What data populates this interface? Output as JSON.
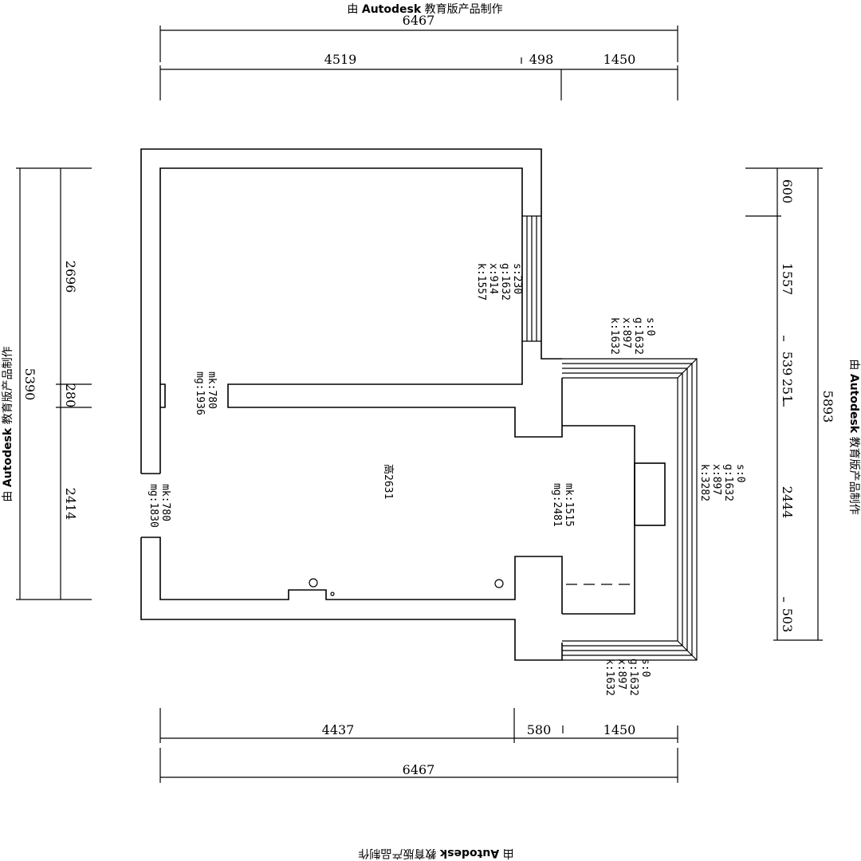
{
  "watermark": {
    "prefix": "由 ",
    "brand": "Autodesk",
    "suffix": " 教育版产品制作"
  },
  "dimensions": {
    "top_total": "6467",
    "top_segments": [
      "4519",
      "498",
      "1450"
    ],
    "bottom_segments": [
      "4437",
      "580",
      "1450"
    ],
    "bottom_total": "6467",
    "left_total": "5390",
    "left_segments": [
      "2696",
      "280",
      "2414"
    ],
    "right_total": "5893",
    "right_segments": [
      "600",
      "1557",
      "539",
      "251",
      "2444",
      "503"
    ]
  },
  "annotations": {
    "window_top": [
      "s:230",
      "g:1632",
      "x:914",
      "k:1557"
    ],
    "opening_mid": [
      "mk:780",
      "mg:1936"
    ],
    "door_left": [
      "mk:780",
      "mg:1830"
    ],
    "opening_right": [
      "mk:1515",
      "mg:2481"
    ],
    "room_height": "高2631",
    "bay_top": [
      "s:0",
      "g:1632",
      "x:897",
      "k:1632"
    ],
    "bay_right": [
      "s:0",
      "g:1632",
      "x:897",
      "k:3282"
    ],
    "bay_bottom": [
      "s:0",
      "g:1632",
      "x:897",
      "k:1632"
    ]
  }
}
